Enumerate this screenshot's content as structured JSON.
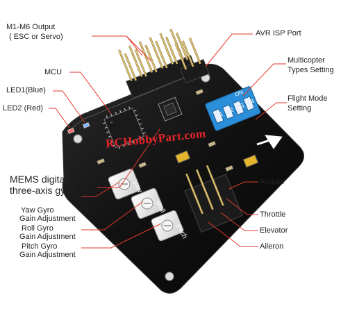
{
  "labels": {
    "m1_m6_output": "M1-M6 Output",
    "esc_or_servo": "( ESC or Servo)",
    "avr_isp_port": "AVR ISP Port",
    "multicopter": "Multicopter",
    "types_setting": "Types Setting",
    "mcu": "MCU",
    "led1": "LED1(Blue)",
    "led2": "LED2 (Red)",
    "flight_mode": "Flight Mode",
    "setting": "Setting",
    "mems_digital": "MEMS digital",
    "three_axis_gyro": "three-axis gyro",
    "yaw_gyro": "Yaw Gyro",
    "roll_gyro": "Roll Gyro",
    "pitch_gyro": "Pitch Gyro",
    "gain_adjustment": "Gain Adjustment",
    "rudder": "Rudder",
    "throttle": "Throttle",
    "elevator": "Elevator",
    "aileron": "Aileron"
  },
  "watermark": "RCHobbyPart.com",
  "board_text": {
    "yaw": "Yaw",
    "roll": "Roll",
    "pitch": "Pitch",
    "dip_on": "ON",
    "dip_numbers": [
      "1",
      "2",
      "3",
      "4"
    ]
  },
  "colors": {
    "board": "#121212",
    "label_lines": "#e03a2e",
    "label_text": "#222222",
    "dip_switch": "#2a8fd8",
    "watermark": "#e8242a",
    "header_pins": "#c9a64a"
  }
}
